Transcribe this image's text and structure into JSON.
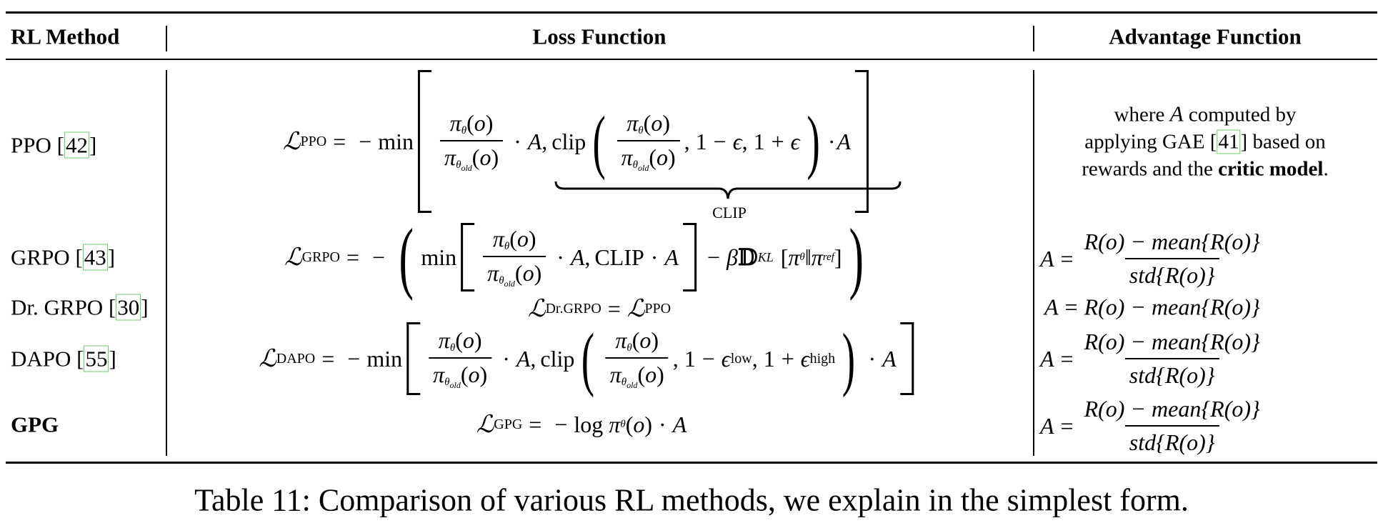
{
  "table": {
    "headers": [
      "RL Method",
      "Loss Function",
      "Advantage Function"
    ],
    "rows": [
      {
        "method": "PPO",
        "cite": "42",
        "loss_lhs": "PPO",
        "clip_label": "CLIP",
        "advantage_text": {
          "pre": "where ",
          "var": "A",
          "mid1": " computed by",
          "line2_pre": "applying GAE ",
          "line2_cite": "41",
          "line2_post": " based on",
          "line3_pre": "rewards and the ",
          "line3_bold": "critic model",
          "line3_post": "."
        }
      },
      {
        "method": "GRPO",
        "cite": "43",
        "loss_lhs": "GRPO",
        "advantage": {
          "numerator": "R(o) − mean{R(o)}",
          "denominator": "std{R(o)}"
        }
      },
      {
        "method": "Dr. GRPO",
        "cite": "30",
        "loss_lhs": "Dr.GRPO",
        "loss_rhs": "PPO",
        "advantage": {
          "expr": "R(o) − mean{R(o)}"
        }
      },
      {
        "method": "DAPO",
        "cite": "55",
        "loss_lhs": "DAPO",
        "eps_low": "low",
        "eps_high": "high",
        "advantage": {
          "numerator": "R(o) − mean{R(o)}",
          "denominator": "std{R(o)}"
        }
      },
      {
        "method": "GPG",
        "cite": "",
        "loss_lhs": "GPG",
        "advantage": {
          "numerator": "R(o) − mean{R(o)}",
          "denominator": "std{R(o)}"
        }
      }
    ]
  },
  "caption": "Table 11: Comparison of various RL methods, we explain in the simplest form."
}
